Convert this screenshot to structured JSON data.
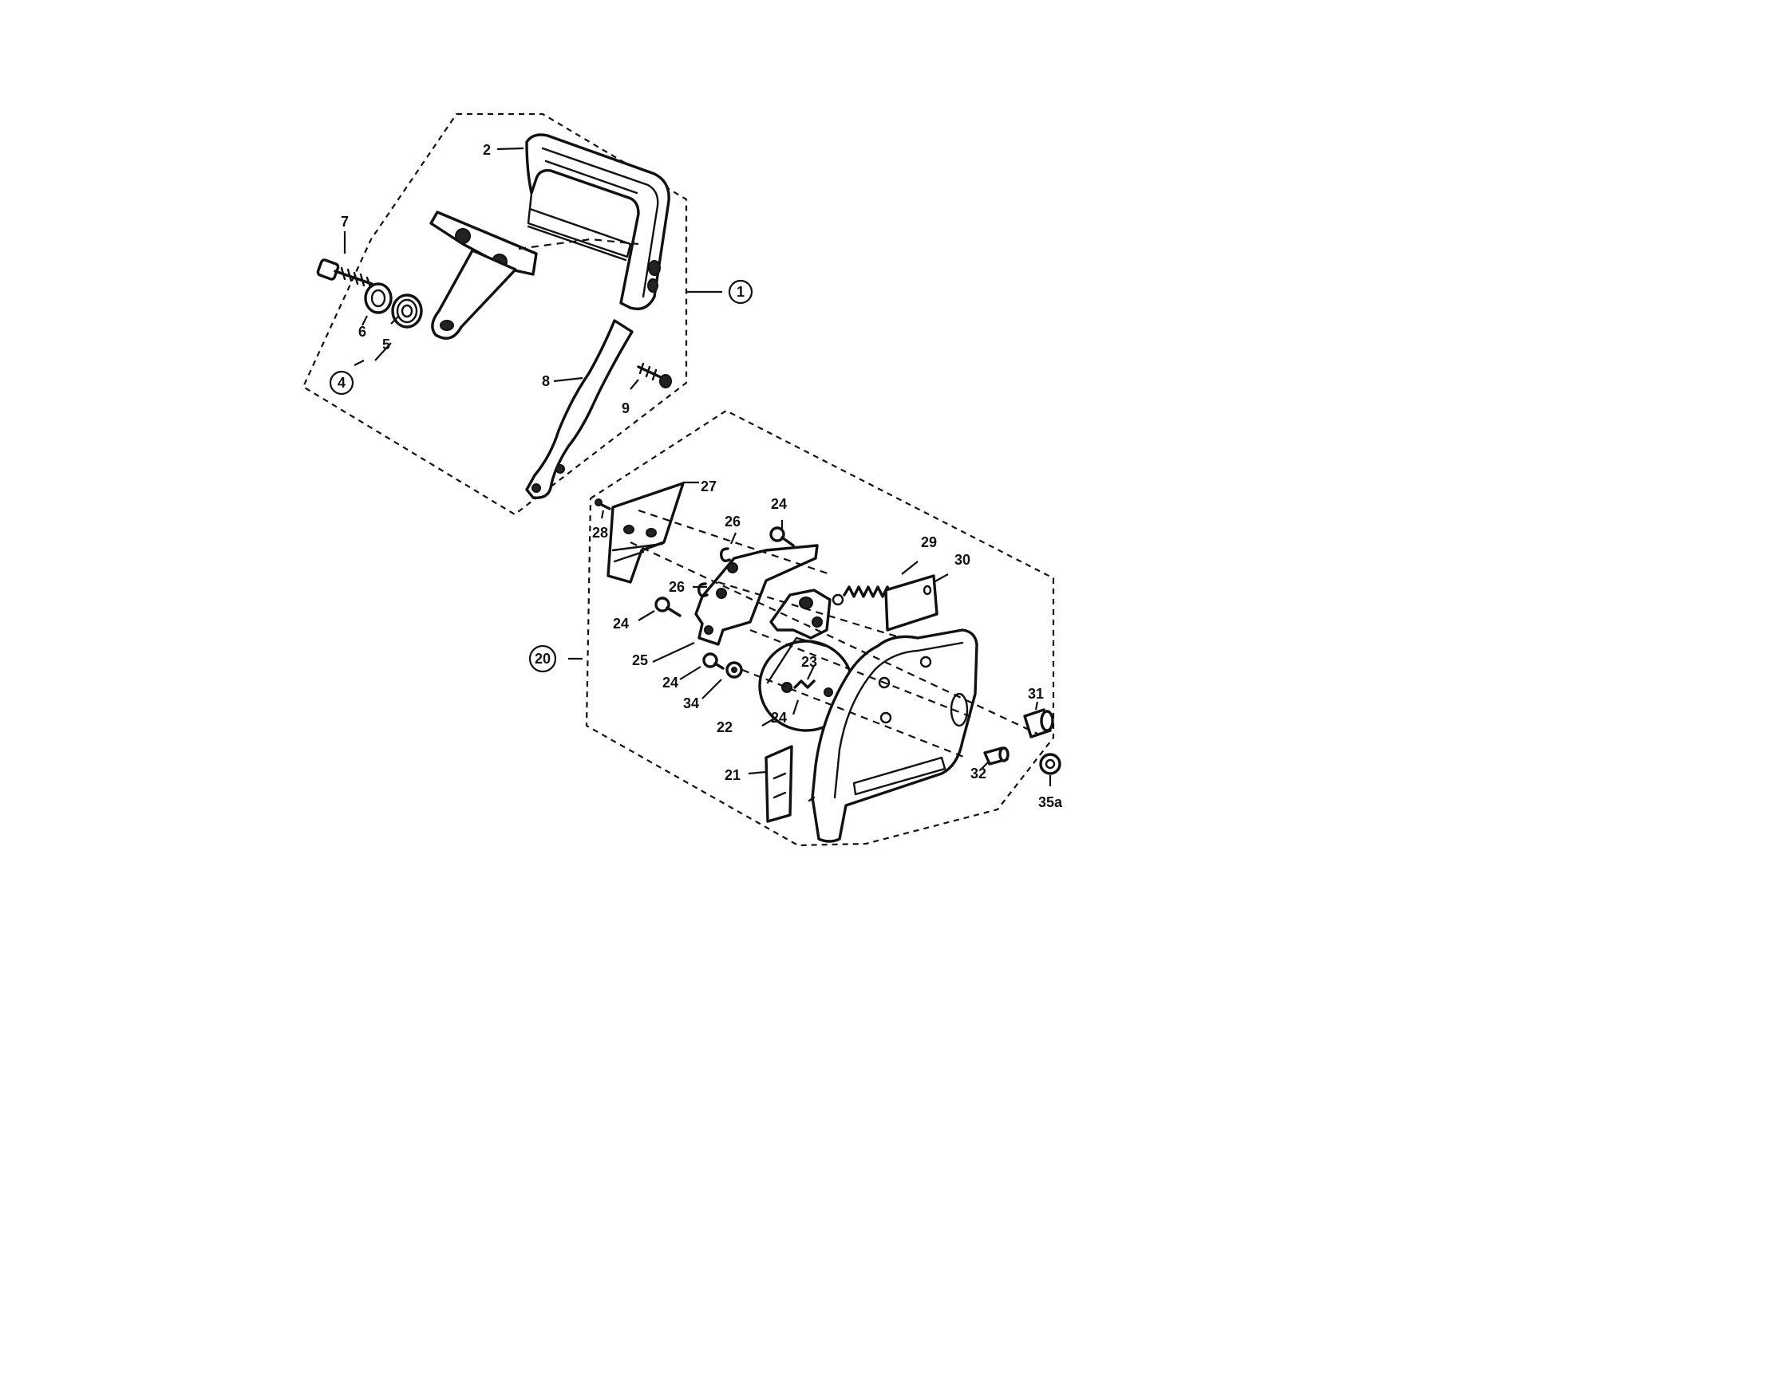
{
  "callouts": {
    "c1": "1",
    "c2": "2",
    "c4": "4",
    "c5": "5",
    "c6": "6",
    "c7": "7",
    "c8": "8",
    "c9": "9",
    "c20": "20",
    "c21": "21",
    "c22": "22",
    "c23": "23",
    "c24a": "24",
    "c24b": "24",
    "c24c": "24",
    "c24d": "24",
    "c25": "25",
    "c26a": "26",
    "c26b": "26",
    "c27": "27",
    "c28": "28",
    "c29": "29",
    "c30": "30",
    "c31": "31",
    "c32": "32",
    "c34": "34",
    "c35": "35a"
  }
}
